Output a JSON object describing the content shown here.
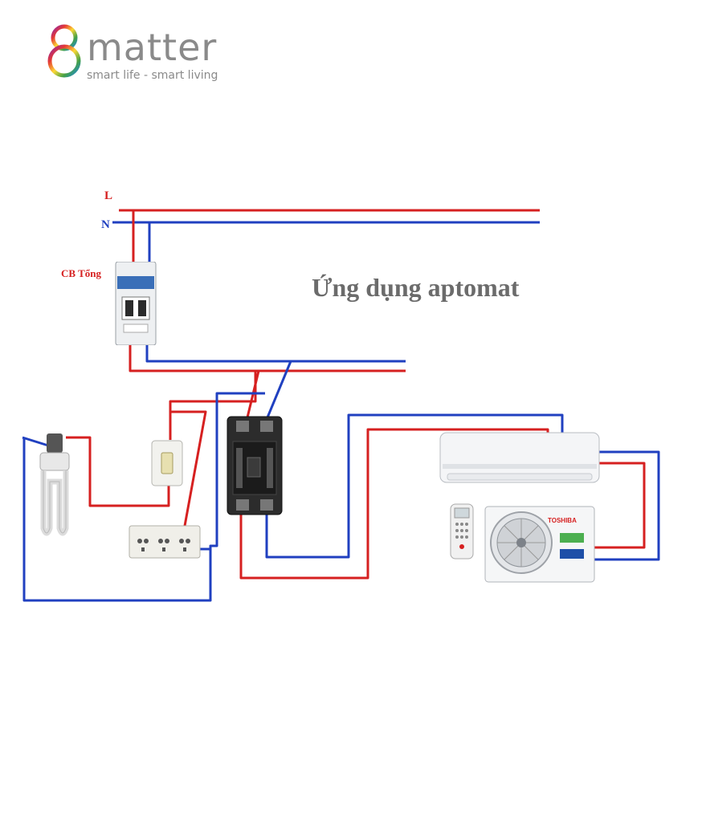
{
  "logo": {
    "word": "matter",
    "tagline": "smart life - smart living",
    "colors": [
      "#e53935",
      "#fb8c00",
      "#fdd835",
      "#43a047",
      "#1e88e5",
      "#8e24aa"
    ]
  },
  "diagram": {
    "title": "Ứng dụng aptomat",
    "labels": {
      "line": "L",
      "neutral": "N",
      "main_breaker": "CB Tổng"
    },
    "wire_colors": {
      "line": "#d62020",
      "neutral": "#2040c0"
    },
    "device_text": {
      "ac_brand": "TOSHIBA"
    },
    "icons": [
      "main-breaker-icon",
      "lamp-icon",
      "light-switch-icon",
      "socket-outlet-icon",
      "branch-breaker-icon",
      "indoor-ac-icon",
      "remote-icon",
      "outdoor-ac-icon"
    ]
  }
}
